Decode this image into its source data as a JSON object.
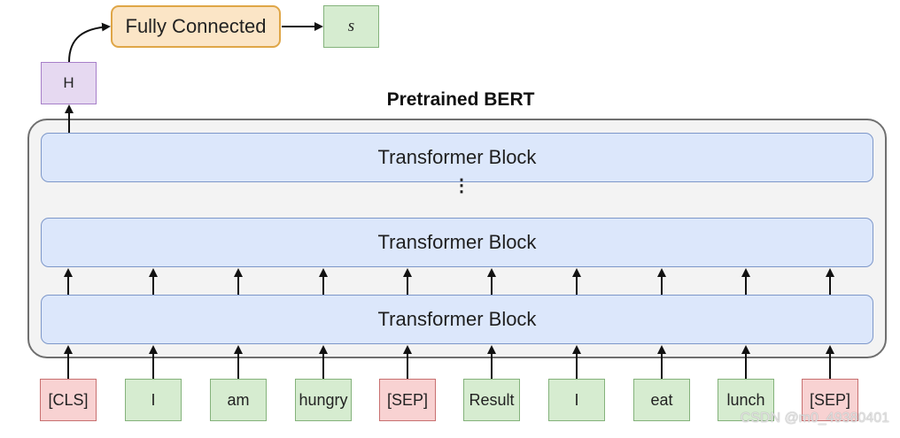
{
  "title": "Pretrained BERT",
  "fully_connected": "Fully Connected",
  "output_label": "s",
  "h_label": "H",
  "transformer_blocks": [
    "Transformer Block",
    "Transformer Block",
    "Transformer Block"
  ],
  "ellipsis": "⋮",
  "tokens": [
    {
      "label": "[CLS]",
      "color": "red"
    },
    {
      "label": "I",
      "color": "green"
    },
    {
      "label": "am",
      "color": "green"
    },
    {
      "label": "hungry",
      "color": "green"
    },
    {
      "label": "[SEP]",
      "color": "red"
    },
    {
      "label": "Result",
      "color": "green"
    },
    {
      "label": "I",
      "color": "green"
    },
    {
      "label": "eat",
      "color": "green"
    },
    {
      "label": "lunch",
      "color": "green"
    },
    {
      "label": "[SEP]",
      "color": "red"
    }
  ],
  "watermark": "CSDN @m0_49380401"
}
